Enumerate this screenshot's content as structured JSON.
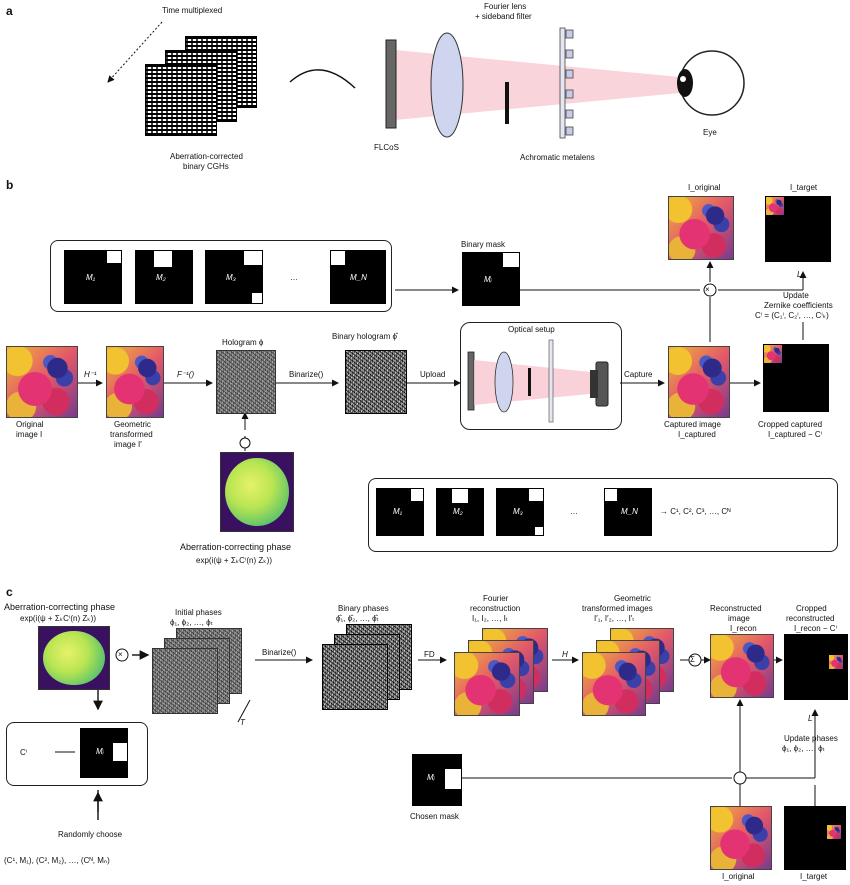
{
  "panels": {
    "a": "a",
    "b": "b",
    "c": "c"
  },
  "a": {
    "time_multiplexed": "Time multiplexed",
    "cgh_caption": [
      "Aberration-corrected",
      "binary CGHs"
    ],
    "fourier_lens": [
      "Fourier lens",
      "+ sideband filter"
    ],
    "flcos": "FLCoS",
    "metalens": "Achromatic metalens",
    "eye": "Eye"
  },
  "b": {
    "i_original": "I_original",
    "i_target": "I_target",
    "binary_mask": "Binary mask",
    "masks": [
      "M₁",
      "M₂",
      "M₃",
      "…",
      "M_N"
    ],
    "mask_single": "Mᵢ",
    "update": "Update",
    "zernike": "Zernike coefficients",
    "zernike_formula": "Cⁱ = (C₁ⁱ, C₂ⁱ, …, Cⁱₖ)",
    "loss": "L",
    "hinv": "H⁻¹",
    "finv": "F⁻¹()",
    "hologram": "Hologram ϕ",
    "binarize": "Binarize()",
    "binary_hologram": "Binary hologram ϕ̂",
    "upload": "Upload",
    "optical_setup": "Optical setup",
    "capture": "Capture",
    "original_image": [
      "Original",
      "image I"
    ],
    "geometric": [
      "Geometric",
      "transformed",
      "image I′"
    ],
    "captured_image": [
      "Captured image",
      "I_captured"
    ],
    "cropped_captured": [
      "Cropped captured",
      "I_captured − Cⁱ"
    ],
    "phase_caption": "Aberration-correcting phase",
    "phase_formula": "exp(i(ψ + ΣₖCⁱ(n) Zₖ))",
    "result": "→ C¹, C², C³, …, Cᴺ",
    "multiply": "×"
  },
  "c": {
    "phase_caption": "Aberration-correcting phase",
    "phase_formula": "exp(i(ψ + ΣₖCⁱ(n) Zₖ))",
    "initial_phases": [
      "Initial phases",
      "ϕ₁, ϕ₂, …, ϕₜ"
    ],
    "binarize": "Binarize()",
    "binary_phases": [
      "Binary phases",
      "ϕ̂₁, ϕ̂₂, …, ϕ̂ₜ"
    ],
    "fd": "FD",
    "fourier_recon": [
      "Fourier",
      "reconstruction",
      "I₁, I₂, …, Iₜ"
    ],
    "geo_images": [
      "Geometric",
      "transformed images",
      "I′₁, I′₂, …, I′ₜ"
    ],
    "h": "H",
    "sigma": "Σ",
    "recon_image": [
      "Reconstructed",
      "image",
      "I_recon"
    ],
    "cropped_recon": [
      "Cropped",
      "reconstructed",
      "I_recon − Cⁱ"
    ],
    "t": "T",
    "ci": "Cⁱ",
    "mi": "Mᵢ",
    "randomly_choose": "Randomly choose",
    "pairs": "(C¹, M₁), (C², M₂), …, (Cᴺ, Mₙ)",
    "chosen_mask": "Chosen mask",
    "loss": "L",
    "update_phases": [
      "Update phases",
      "ϕ₁, ϕ₂, …, ϕₜ"
    ],
    "i_original": "I_original",
    "i_target": "I_target",
    "multiply": "×"
  }
}
